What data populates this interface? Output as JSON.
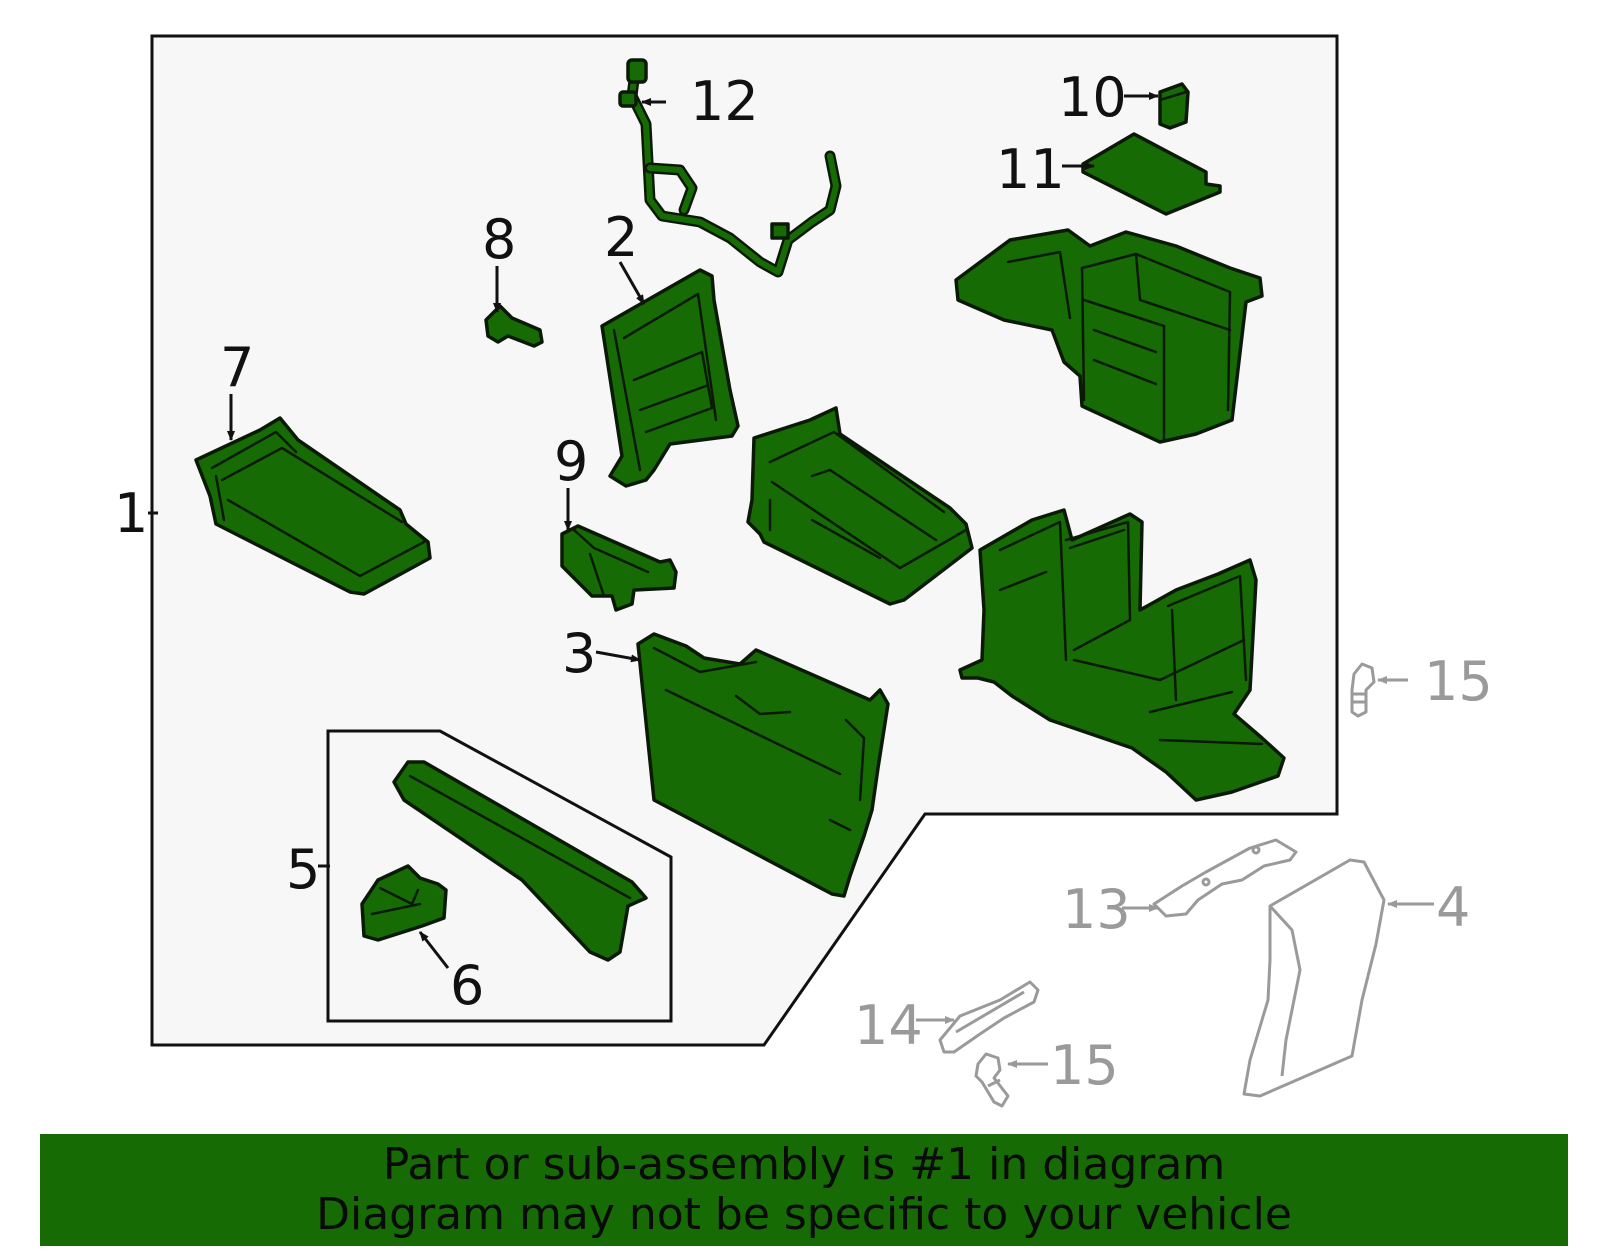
{
  "callouts": {
    "c1": "1",
    "c2": "2",
    "c3": "3",
    "c4": "4",
    "c5": "5",
    "c6": "6",
    "c7": "7",
    "c8": "8",
    "c9": "9",
    "c10": "10",
    "c11": "11",
    "c12": "12",
    "c13": "13",
    "c14": "14",
    "c15a": "15",
    "c15b": "15"
  },
  "footer": {
    "line1": "Part or sub-assembly is #1 in diagram",
    "line2": "Diagram may not be specific to your vehicle"
  },
  "colors": {
    "part_fill": "#176b05",
    "outline": "#0b1a06",
    "panel_bg": "#f7f7f7",
    "grey_parts": "#9a9a9a",
    "footer_bg": "#176b05"
  }
}
